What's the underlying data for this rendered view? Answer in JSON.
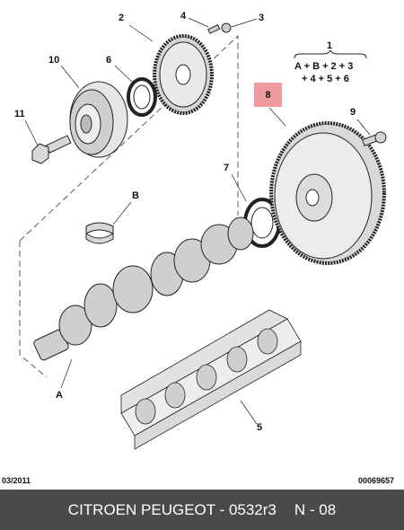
{
  "labels": {
    "l1": "1",
    "l2": "2",
    "l3": "3",
    "l4": "4",
    "l5": "5",
    "l6": "6",
    "l7": "7",
    "l8": "8",
    "l9": "9",
    "l10": "10",
    "l11": "11",
    "lA": "A",
    "lB": "B"
  },
  "formula": {
    "line1": "A + B + 2 + 3",
    "line2": "+ 4 + 5 + 6"
  },
  "footer": {
    "date": "03/2011",
    "code": "00069657"
  },
  "bar": {
    "brand": "CITROEN PEUGEOT - 0532r3",
    "page": "N - 08"
  },
  "colors": {
    "highlight": "#f19a9f",
    "bar": "#4a4a4a"
  }
}
